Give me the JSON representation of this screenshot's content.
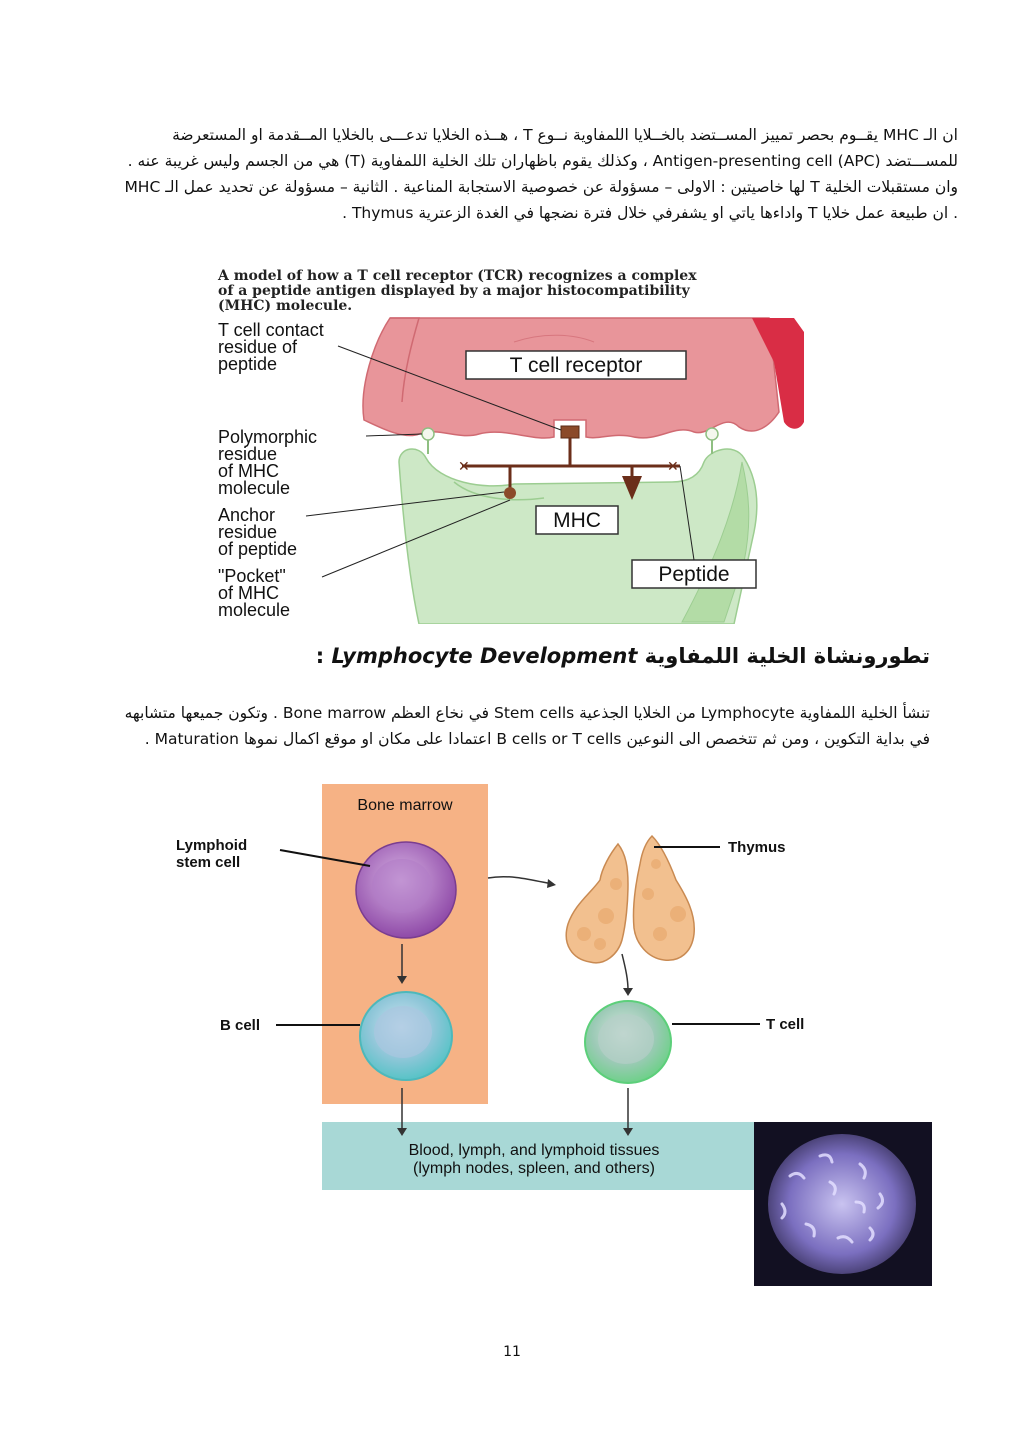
{
  "paragraph_1": {
    "lines": [
      "ان الـ MHC يقــوم بحصر تمييز المســتضد بالخــلايا اللمفاوية نــوع T ، هــذه الخلايا تدعـــى بالخلايا المــقدمة او المستعرضة",
      "للمســـتضد (APC) Antigen-presenting cell ، وكذلك يقوم باظهاران تلك الخلية اللمفاوية (T) هي من الجسم وليس غريبة عنه .",
      "وان مستقبلات الخلية T لها خاصيتين : الاولى – مسؤولة عن خصوصية الاستجابة المناعية . الثانية – مسؤولة عن تحديد عمل الـ MHC",
      ". ان طبيعة عمل خلايا T واداءها ياتي او يشفرفي خلال فترة نضجها في الغدة الزعترية Thymus ."
    ]
  },
  "figure_tcr": {
    "title_lines": [
      "A model of how a T cell receptor (TCR) recognizes a complex",
      "of a peptide antigen displayed by a major histocompatibility",
      "(MHC) molecule."
    ],
    "receptor_label": "T cell receptor",
    "mhc_label": "MHC",
    "peptide_label": "Peptide",
    "contact_label": [
      "T cell contact",
      "residue of",
      "peptide"
    ],
    "polymorphic_label": [
      "Polymorphic",
      "residue",
      "of MHC",
      "molecule"
    ],
    "anchor_label": [
      "Anchor",
      "residue",
      "of peptide"
    ],
    "pocket_label": [
      "\"Pocket\"",
      "of MHC",
      "molecule"
    ]
  },
  "heading": {
    "arabic": "تطورونشاة الخلية اللمفاوية",
    "english": "Lymphocyte Development",
    "colon": ":"
  },
  "paragraph_2": {
    "lines": [
      "تنشأ الخلية اللمفاوية Lymphocyte من الخلايا الجذعية Stem cells في نخاع العظم Bone marrow . وتكون جميعها متشابهه",
      "في بداية التكوين ، ومن ثم تتخصص الى النوعين B cells or T cells اعتمادا على مكان او موقع اكمال نموها Maturation ."
    ]
  },
  "figure_development": {
    "bone_marrow_label": "Bone marrow",
    "lymphoid_stem_cell_label": [
      "Lymphoid",
      "stem cell"
    ],
    "thymus_label": "Thymus",
    "b_cell_label": "B cell",
    "t_cell_label": "T cell",
    "tissues_label": [
      "Blood, lymph, and lymphoid tissues",
      "(lymph nodes, spleen, and others)"
    ]
  },
  "page_number": "11"
}
